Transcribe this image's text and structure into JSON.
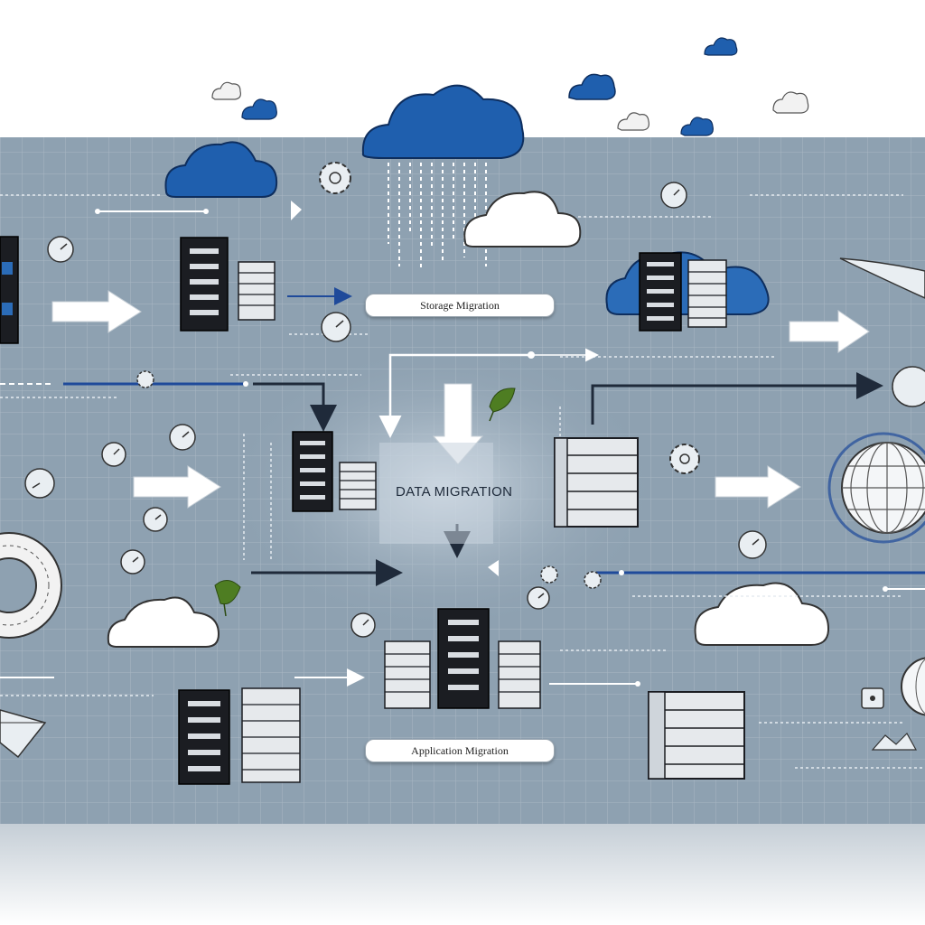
{
  "labels": {
    "storage": "Storage Migration",
    "data": "DATA MIGRATION",
    "application": "Application Migration"
  },
  "colors": {
    "panel": "#8ea1b1",
    "grid": "#a3b3c0",
    "cloud_blue": "#1f5fae",
    "server_dark": "#1b1d22",
    "arrow_white": "#ffffff",
    "line_dark": "#1f2a3a",
    "line_blue": "#1f4a9a",
    "leaf_green": "#4e7d22"
  },
  "icons": [
    "cloud-icon",
    "server-rack-icon",
    "gear-icon",
    "gauge-icon",
    "globe-icon",
    "leaf-icon",
    "arrow-icon"
  ]
}
